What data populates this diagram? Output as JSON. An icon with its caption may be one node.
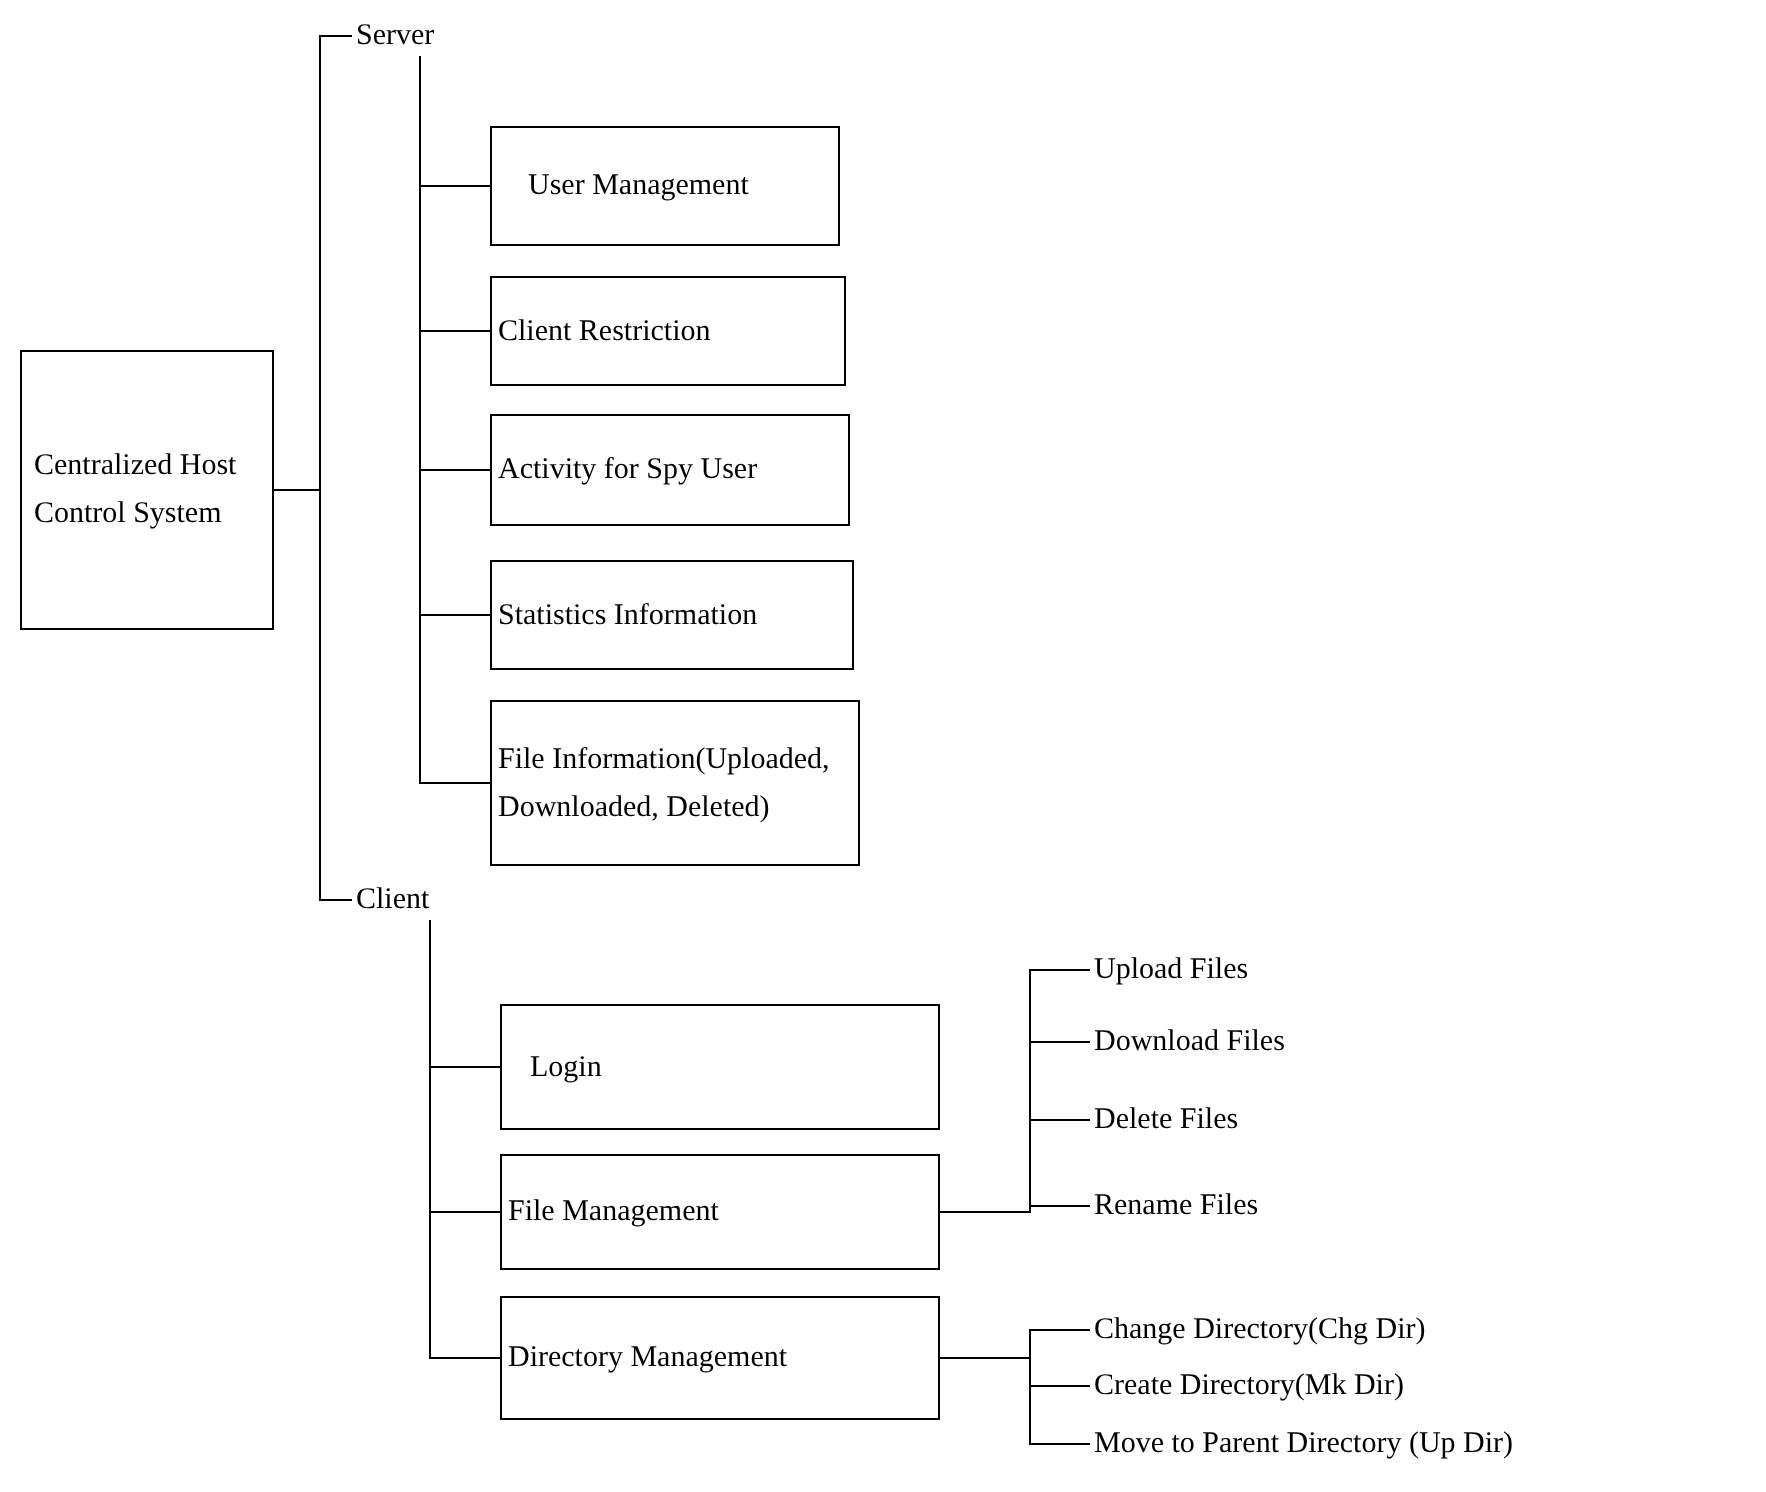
{
  "diagram": {
    "nodes": [
      {
        "text": [
          "Centralized Host Control System"
        ]
      },
      {
        "text": [
          "Server"
        ]
      },
      {
        "text": [
          "User Management"
        ]
      },
      {
        "text": [
          "Client Restriction"
        ]
      },
      {
        "text": [
          "Activity for Spy User"
        ]
      },
      {
        "text": [
          "Statistics Information"
        ]
      },
      {
        "text": [
          "File Information(Uploaded, Downloaded, Deleted)"
        ]
      },
      {
        "text": [
          "Client"
        ]
      },
      {
        "text": [
          "Login"
        ]
      },
      {
        "text": [
          "File Management"
        ]
      },
      {
        "text": [
          "Directory Management"
        ]
      },
      {
        "text": [
          "Upload Files"
        ]
      },
      {
        "text": [
          "Download Files"
        ]
      },
      {
        "text": [
          "Delete Files"
        ]
      },
      {
        "text": [
          "Rename Files"
        ]
      },
      {
        "text": [
          "Change Directory(Chg Dir)"
        ]
      },
      {
        "text": [
          "Create Directory(Mk Dir)"
        ]
      },
      {
        "text": [
          "Move to Parent Directory (Up Dir)"
        ]
      }
    ],
    "edges": [
      {
        "from": 0,
        "to": 1,
        "arrow": "none"
      },
      {
        "from": 0,
        "to": 7,
        "arrow": "none"
      },
      {
        "from": 1,
        "to": 2,
        "arrow": "none"
      },
      {
        "from": 1,
        "to": 3,
        "arrow": "none"
      },
      {
        "from": 1,
        "to": 4,
        "arrow": "none"
      },
      {
        "from": 1,
        "to": 5,
        "arrow": "none"
      },
      {
        "from": 1,
        "to": 6,
        "arrow": "none"
      },
      {
        "from": 7,
        "to": 8,
        "arrow": "none"
      },
      {
        "from": 7,
        "to": 9,
        "arrow": "none"
      },
      {
        "from": 7,
        "to": 10,
        "arrow": "none"
      },
      {
        "from": 9,
        "to": 11,
        "arrow": "none"
      },
      {
        "from": 9,
        "to": 12,
        "arrow": "none"
      },
      {
        "from": 9,
        "to": 13,
        "arrow": "none"
      },
      {
        "from": 9,
        "to": 14,
        "arrow": "none"
      },
      {
        "from": 10,
        "to": 15,
        "arrow": "none"
      },
      {
        "from": 10,
        "to": 16,
        "arrow": "none"
      },
      {
        "from": 10,
        "to": 17,
        "arrow": "none"
      }
    ]
  }
}
